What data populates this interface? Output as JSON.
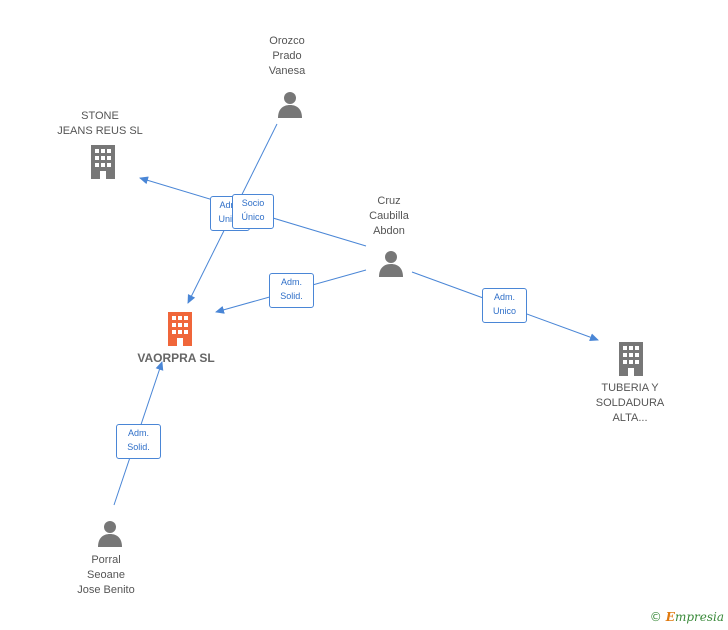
{
  "nodes": {
    "orozco": {
      "label": "Orozco\nPrado\nVanesa",
      "type": "person"
    },
    "stone": {
      "label": "STONE\nJEANS REUS SL",
      "type": "company"
    },
    "cruz": {
      "label": "Cruz\nCaubilla\nAbdon",
      "type": "person"
    },
    "vaorpra": {
      "label": "VAORPRA SL",
      "type": "company-main"
    },
    "tuberia": {
      "label": "TUBERIA Y\nSOLDADURA\nALTA...",
      "type": "company"
    },
    "porral": {
      "label": "Porral\nSeoane\nJose Benito",
      "type": "person"
    }
  },
  "edges": {
    "cruz_stone": {
      "label": "Adm.\nUnico"
    },
    "orozco_vaorpra": {
      "label": "Socio\nÚnico"
    },
    "cruz_vaorpra": {
      "label": "Adm.\nSolid."
    },
    "cruz_tuberia": {
      "label": "Adm.\nUnico"
    },
    "porral_vaorpra": {
      "label": "Adm.\nSolid."
    }
  },
  "colors": {
    "edge": "#4a86d6",
    "icon": "#777777",
    "main_icon": "#f0663a",
    "label": "#555555"
  },
  "footer": {
    "copyright_symbol": "©",
    "brand_first": "E",
    "brand_rest": "mpresia"
  }
}
